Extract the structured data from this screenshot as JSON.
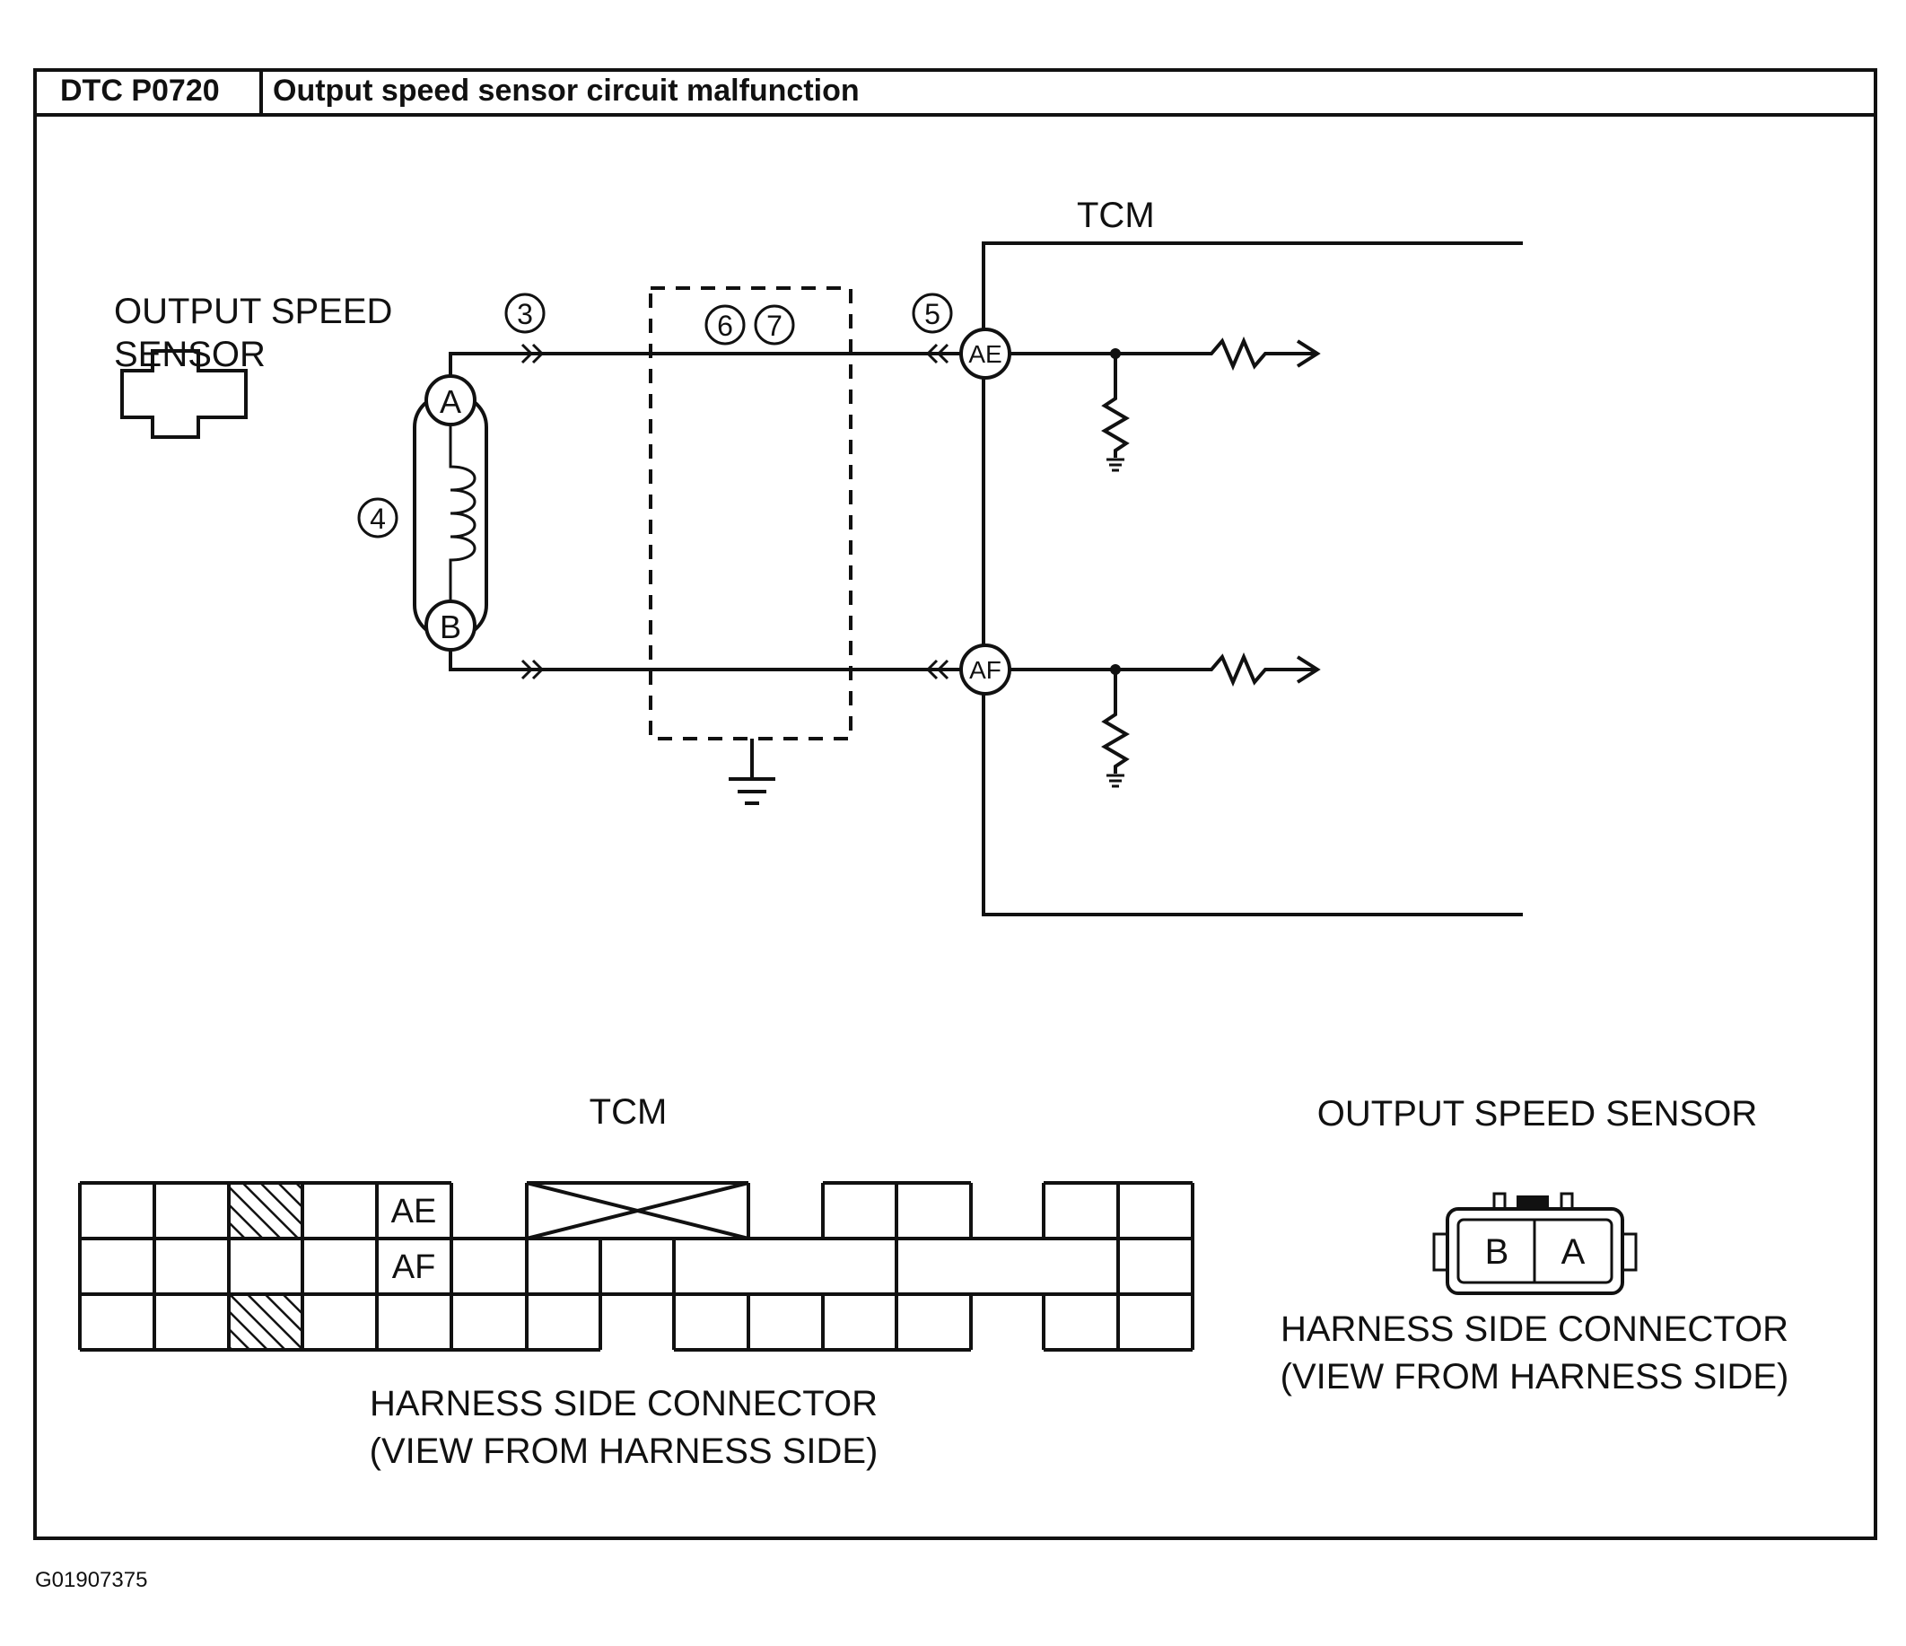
{
  "header": {
    "code": "DTC P0720",
    "description": "Output speed sensor circuit malfunction"
  },
  "schematic": {
    "tcm_label": "TCM",
    "sensor_label_line1": "OUTPUT SPEED",
    "sensor_label_line2": "SENSOR",
    "sensor_pin_a": "A",
    "sensor_pin_b": "B",
    "tcm_pin_top": "AE",
    "tcm_pin_bottom": "AF",
    "callouts": {
      "wire_a": "③",
      "sensor_coil": "④",
      "tcm_side": "⑤",
      "shield": "⑥ ⑦"
    }
  },
  "tcm_connector": {
    "title": "TCM",
    "pin_ae": "AE",
    "pin_af": "AF",
    "caption_line1": "HARNESS SIDE CONNECTOR",
    "caption_line2": "(VIEW FROM HARNESS SIDE)"
  },
  "sensor_connector": {
    "title": "OUTPUT SPEED SENSOR",
    "pin_b": "B",
    "pin_a": "A",
    "caption_line1": "HARNESS SIDE CONNECTOR",
    "caption_line2": "(VIEW FROM HARNESS SIDE)"
  },
  "footer": {
    "figure_id": "G01907375"
  }
}
